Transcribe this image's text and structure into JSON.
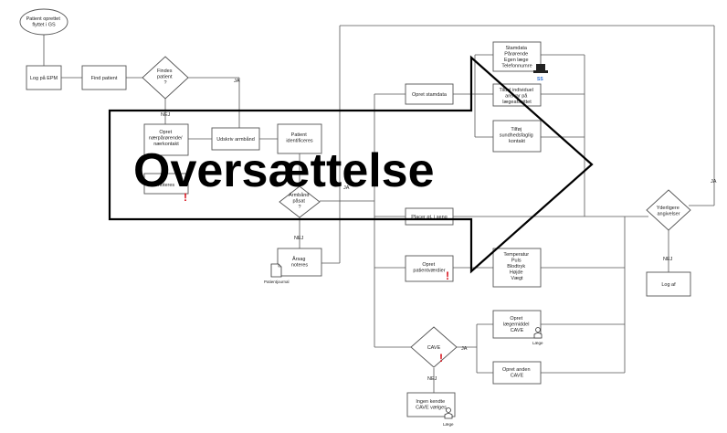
{
  "title_overlay": "Oversættelse",
  "nodes": {
    "start": [
      "Patient oprettet",
      "flyttet i GS"
    ],
    "log_epm": [
      "Log på EPM"
    ],
    "find_patient": [
      "Find patient"
    ],
    "findes_patient": [
      "Findes",
      "patient",
      "?"
    ],
    "opret_nardpaarorende": [
      "Opret",
      "nærpårørende/",
      "nærkontakt"
    ],
    "udskriv_armbaand": [
      "Udskriv armbånd"
    ],
    "patient_identificeres": [
      "Patient",
      "identificeres"
    ],
    "noteres": [
      "noteres"
    ],
    "armbaand_paasat": [
      "Armbånd",
      "påsat",
      "?"
    ],
    "aarsag_noteres": [
      "Årsag",
      "noteres"
    ],
    "opret_stamdata": [
      "Opret stamdata"
    ],
    "stamdata_box": [
      "Stamdata",
      "Pårørende",
      "Egen læge",
      "Telefonnumre"
    ],
    "tildel_individuel": [
      "Tildel individuel",
      "ansvar på",
      "lægeafsnittet"
    ],
    "tilfoej_kontakt": [
      "Tilføj",
      "sundhedsfaglig",
      "kontakt"
    ],
    "placer_pt": [
      "Placer pt. i seng"
    ],
    "opret_patientvaerdier": [
      "Opret",
      "patientværdier"
    ],
    "vaerdier_box": [
      "Temperatur",
      "Puls",
      "Blodtryk",
      "Højde",
      "Vægt"
    ],
    "cave": [
      "CAVE"
    ],
    "opret_laegemiddel_cave": [
      "Opret",
      "lægemiddel",
      "CAVE"
    ],
    "opret_anden_cave": [
      "Opret anden",
      "CAVE"
    ],
    "ingen_kendte_cave": [
      "Ingen kendte",
      "CAVE vælges"
    ],
    "yderligere_angivelser": [
      "Yderligere",
      "angivelser"
    ],
    "log_af": [
      "Log af"
    ]
  },
  "edge_labels": {
    "ja": "JA",
    "nej": "NEJ"
  },
  "icon_labels": {
    "ss": "SS",
    "patientjournal": "Patientjournal",
    "laege": "Læge"
  }
}
